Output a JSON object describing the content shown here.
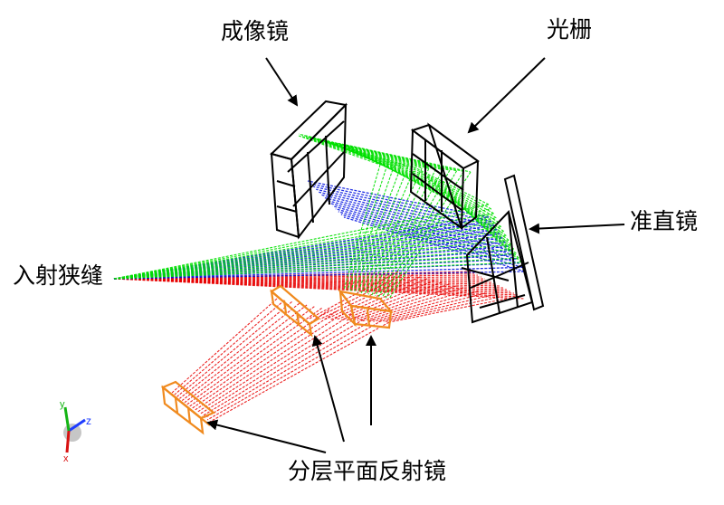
{
  "labels": {
    "imaging_mirror": "成像镜",
    "grating": "光栅",
    "collimator": "准直镜",
    "entrance_slit": "入射狭缝",
    "fold_mirrors": "分层平面反射镜"
  },
  "axes_triad": {
    "z_label": "z",
    "x_label": "x",
    "y_label": "y"
  },
  "colors": {
    "frame": "#000000",
    "ray_green": "#00e000",
    "ray_blue": "#0010e0",
    "ray_red": "#e80000",
    "mirror_orange": "#f08a1e",
    "axis_blue": "#1e3cff",
    "axis_red": "#d81010",
    "axis_green": "#14b414"
  }
}
